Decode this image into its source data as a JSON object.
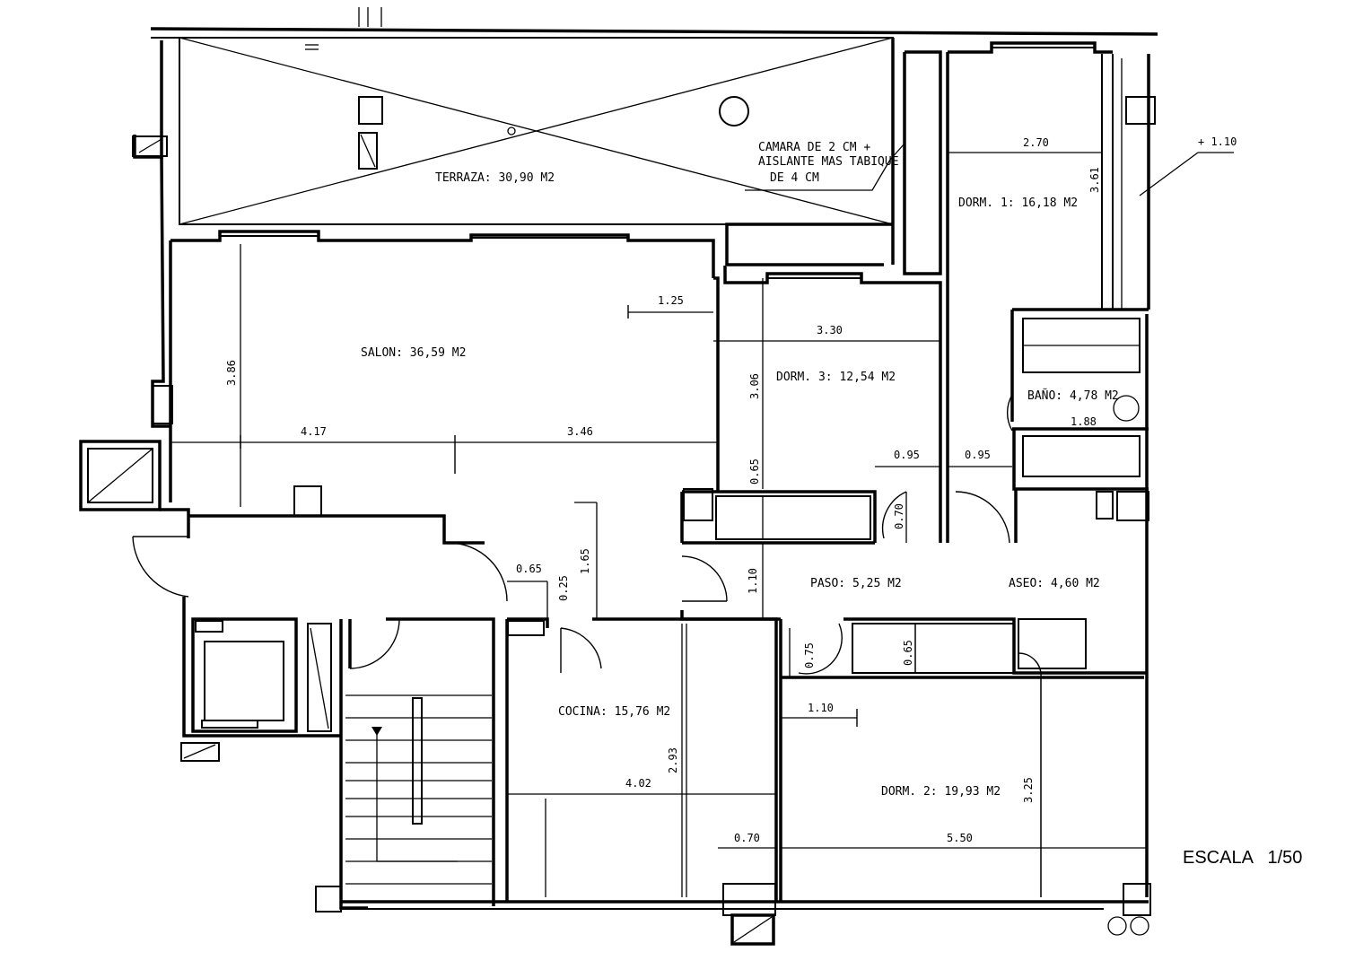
{
  "rooms": {
    "terraza": "TERRAZA: 30,90 M2",
    "salon": "SALON: 36,59 M2",
    "dorm1": "DORM. 1: 16,18 M2",
    "dorm3": "DORM. 3: 12,54 M2",
    "bano": "BAÑO: 4,78 M2",
    "paso": "PASO: 5,25 M2",
    "aseo": "ASEO: 4,60 M2",
    "cocina": "COCINA: 15,76 M2",
    "dorm2": "DORM. 2: 19,93 M2"
  },
  "note": {
    "line1": "CAMARA DE 2 CM +",
    "line2": "AISLANTE MAS TABIQUE",
    "line3": "DE 4 CM"
  },
  "level": "+ 1.10",
  "dimensions": {
    "d_270": "2.70",
    "d_361": "3.61",
    "d_125": "1.25",
    "d_330": "3.30",
    "d_386": "3.86",
    "d_306": "3.06",
    "d_417": "4.17",
    "d_346": "3.46",
    "d_188": "1.88",
    "d_095a": "0.95",
    "d_095b": "0.95",
    "d_065a": "0.65",
    "d_070a": "0.70",
    "d_065b": "0.65",
    "d_025": "0.25",
    "d_165": "1.65",
    "d_110a": "1.10",
    "d_075": "0.75",
    "d_065c": "0.65",
    "d_110b": "1.10",
    "d_293": "2.93",
    "d_402": "4.02",
    "d_325": "3.25",
    "d_070b": "0.70",
    "d_550": "5.50"
  },
  "scale": "ESCALA   1/50"
}
